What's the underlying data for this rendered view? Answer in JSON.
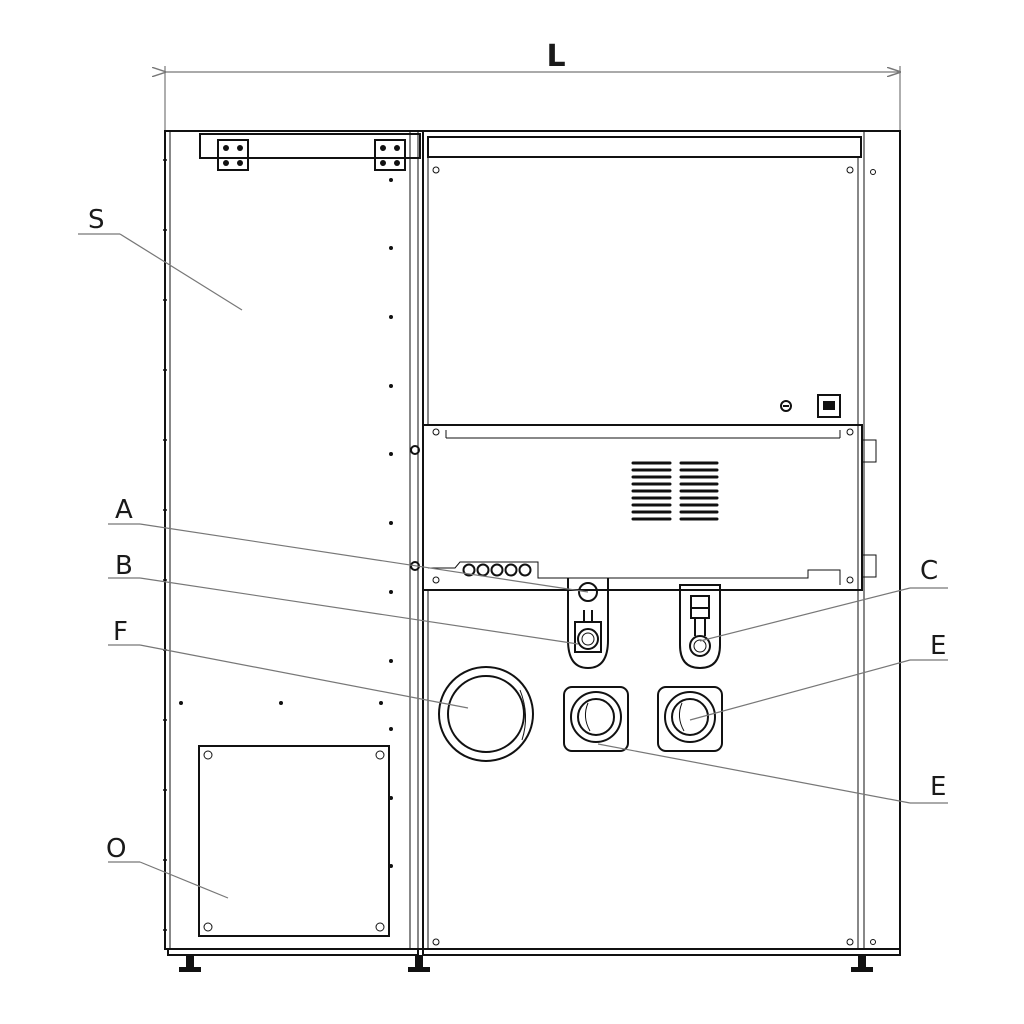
{
  "dimension": {
    "label": "L"
  },
  "callouts": [
    {
      "id": "S",
      "label": "S"
    },
    {
      "id": "A",
      "label": "A"
    },
    {
      "id": "B",
      "label": "B"
    },
    {
      "id": "F",
      "label": "F"
    },
    {
      "id": "O",
      "label": "O"
    },
    {
      "id": "C",
      "label": "C"
    },
    {
      "id": "E1",
      "label": "E"
    },
    {
      "id": "E2",
      "label": "E"
    }
  ]
}
